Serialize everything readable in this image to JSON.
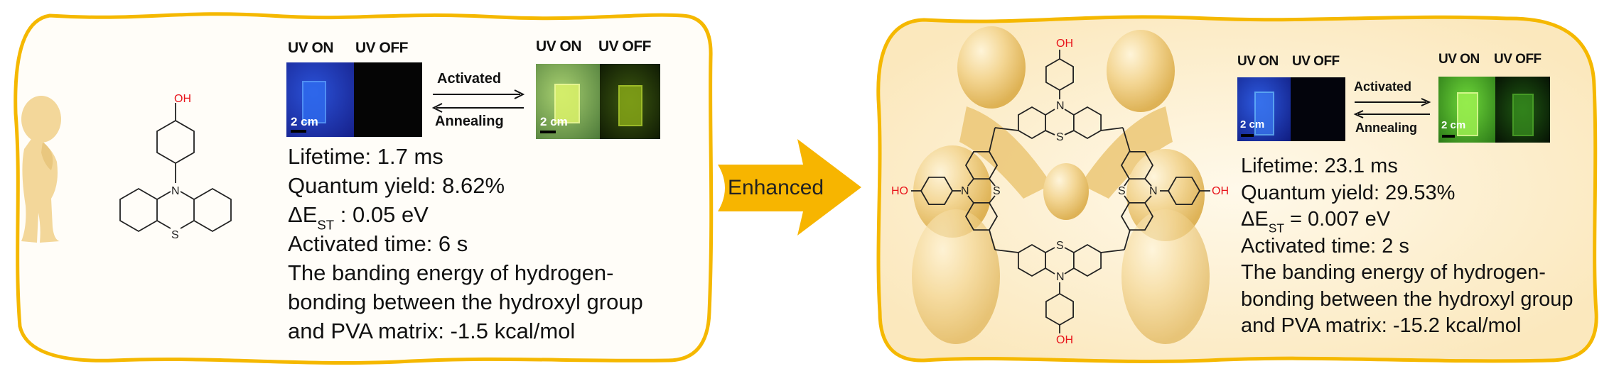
{
  "left_panel": {
    "uv_before": {
      "on": "UV ON",
      "off": "UV OFF",
      "scale": "2 cm"
    },
    "uv_after": {
      "on": "UV ON",
      "off": "UV OFF",
      "scale": "2 cm"
    },
    "forward_label": "Activated",
    "reverse_label": "Annealing",
    "molecule_labels": {
      "oh": "OH",
      "n": "N",
      "s": "S"
    },
    "properties": {
      "lifetime": "Lifetime: 1.7 ms",
      "quantum_yield": "Quantum yield: 8.62%",
      "delta_prefix": "ΔE",
      "delta_sub": "ST",
      "delta_value": " : 0.05 eV",
      "activated_time": "Activated time: 6 s",
      "binding_line1": "The banding energy of hydrogen-",
      "binding_line2": "bonding between the hydroxyl group",
      "binding_line3": "and PVA matrix: -1.5 kcal/mol"
    }
  },
  "center_arrow": {
    "label": "Enhanced",
    "color": "#F7B500"
  },
  "right_panel": {
    "uv_before": {
      "on": "UV ON",
      "off": "UV OFF",
      "scale": "2 cm"
    },
    "uv_after": {
      "on": "UV ON",
      "off": "UV OFF",
      "scale": "2 cm"
    },
    "forward_label": "Activated",
    "reverse_label": "Annealing",
    "molecule_labels": {
      "oh": "OH",
      "ho": "HO",
      "n": "N",
      "s": "S"
    },
    "properties": {
      "lifetime": "Lifetime: 23.1 ms",
      "quantum_yield": "Quantum yield: 29.53%",
      "delta_prefix": "ΔE",
      "delta_sub": "ST",
      "delta_value": " = 0.007 eV",
      "activated_time": "Activated time: 2 s",
      "binding_line1": "The banding energy of hydrogen-",
      "binding_line2": "bonding between the hydroxyl group",
      "binding_line3": "and PVA matrix: -15.2 kcal/mol"
    }
  },
  "colors": {
    "border": "#F5B800",
    "figure": "#F3D79A",
    "heteroatom_oh": "#E8141B"
  }
}
